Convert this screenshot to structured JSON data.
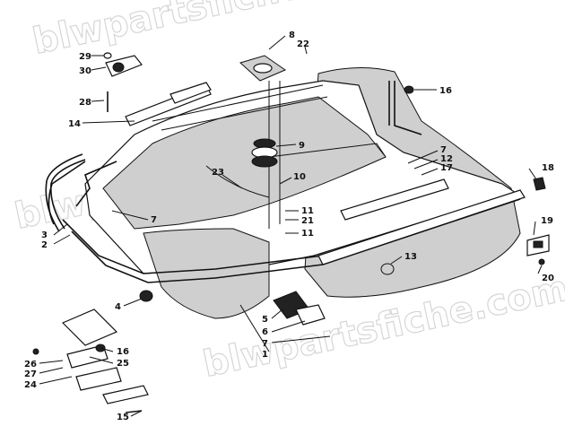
{
  "watermark": {
    "line1": "blwpartsfiche.com",
    "line2": "blwpartsfiche.com",
    "line3": "blwpartsfiche.com"
  },
  "callouts": [
    "8",
    "22",
    "29",
    "30",
    "28",
    "14",
    "16",
    "9",
    "23",
    "10",
    "7",
    "12",
    "17",
    "18",
    "3",
    "2",
    "7",
    "11",
    "21",
    "11",
    "13",
    "19",
    "20",
    "4",
    "5",
    "6",
    "7",
    "1",
    "16",
    "25",
    "26",
    "27",
    "24",
    "15"
  ]
}
